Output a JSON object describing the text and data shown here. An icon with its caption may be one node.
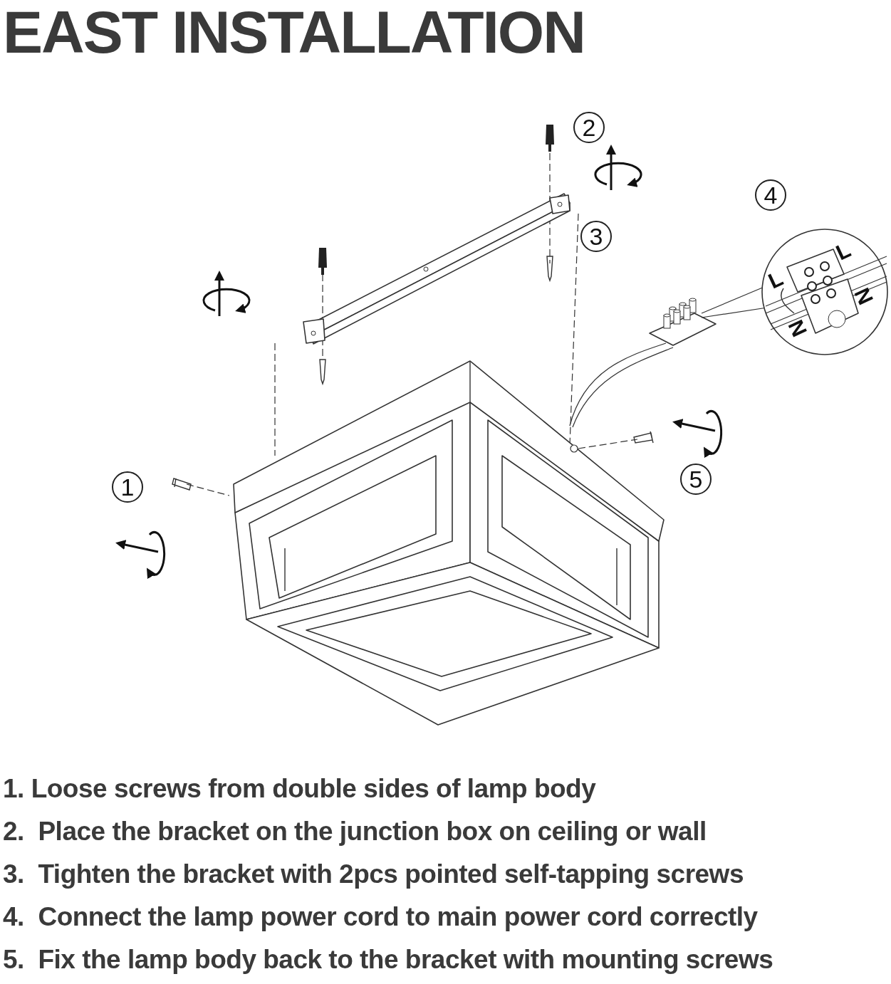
{
  "diagram": {
    "title": "EAST INSTALLATION",
    "labels": [
      "2",
      "4",
      "3",
      "L",
      "L",
      "N",
      "N",
      "1",
      "5",
      "1. Loose screws from double sides of lamp body",
      "2.  Place the bracket on the junction box on ceiling or wall",
      "3.  Tighten the bracket with 2pcs pointed self-tapping screws",
      "4.  Connect the lamp power cord to main power cord correctly",
      "5.  Fix the lamp body back to the bracket with mounting screws"
    ]
  }
}
